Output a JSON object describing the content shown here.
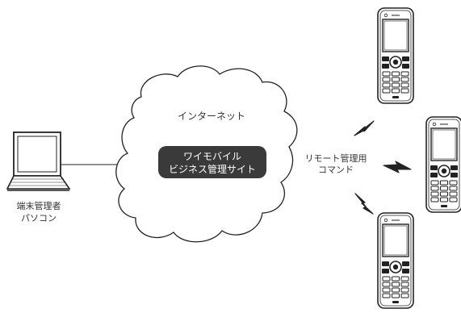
{
  "network": {
    "label": "インターネット"
  },
  "server_box": {
    "line1": "ワイモバイル",
    "line2": "ビジネス管理サイト",
    "fill": "#3a3a3a",
    "text_color": "#ffffff"
  },
  "admin_pc": {
    "line1": "端末管理者",
    "line2": "パソコン"
  },
  "command": {
    "line1": "リモート管理用",
    "line2": "コマンド"
  },
  "phones": [
    {
      "id": "phone-top"
    },
    {
      "id": "phone-right"
    },
    {
      "id": "phone-bottom"
    }
  ]
}
